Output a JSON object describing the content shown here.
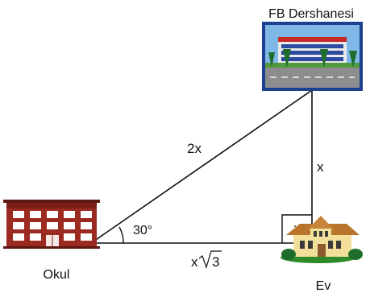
{
  "labels": {
    "dershane": "FB Dershanesi",
    "okul": "Okul",
    "ev": "Ev",
    "hypotenuse": "2x",
    "vertical_side": "x",
    "base_prefix": "x",
    "base_root": "3",
    "angle": "30°",
    "right_angle_mark": "."
  },
  "colors": {
    "line": "#111111",
    "school_brick": "#9b2a20",
    "school_window": "#ffffff",
    "building_frame": "#1d3f8f",
    "sky": "#7fb8e6",
    "house_wall": "#f2df9a",
    "house_roof": "#b8742a",
    "grass": "#2f8a2a",
    "tree": "#1f6d2a"
  },
  "icons": [
    "school-icon",
    "dershane-building-icon",
    "house-icon"
  ]
}
